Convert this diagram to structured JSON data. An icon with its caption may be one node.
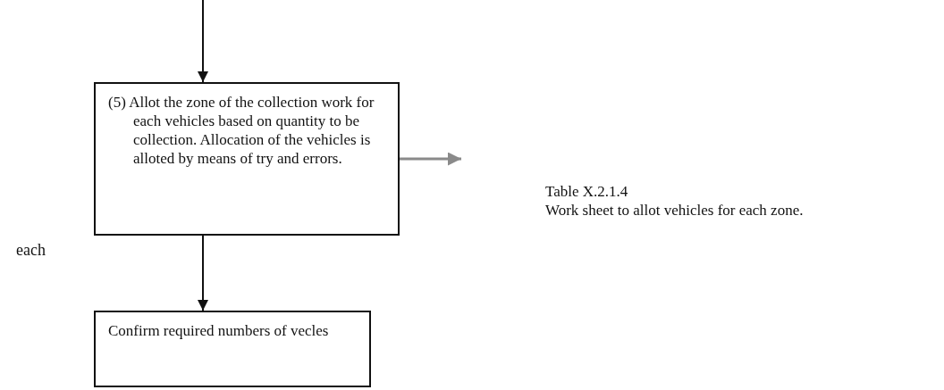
{
  "diagram": {
    "nodes": [
      {
        "text": [
          "(5) Allot the zone of the collection work for each vehicles based on quantity to be collection. Allocation of the vehicles is alloted by means of try and errors."
        ]
      },
      {
        "text": [
          "Confirm required numbers of vecles"
        ]
      },
      {
        "text": [
          "Table X.2.1.4",
          "Work sheet to allot vehicles for each zone."
        ]
      }
    ],
    "edges": [
      {
        "from": null,
        "to": 0,
        "arrow": "to"
      },
      {
        "from": 0,
        "to": 1,
        "arrow": "to"
      },
      {
        "from": 0,
        "to": 2,
        "arrow": "to",
        "color": "#8a8a8a"
      }
    ],
    "labels": [
      "each"
    ]
  }
}
